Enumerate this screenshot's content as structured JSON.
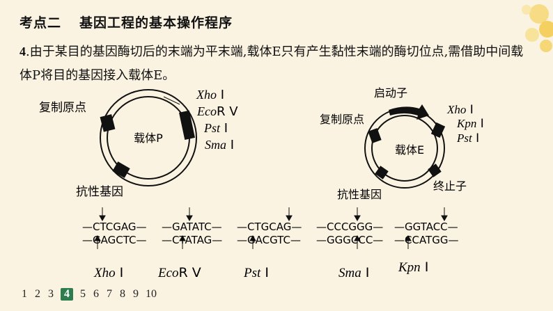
{
  "heading": {
    "part1": "考点二",
    "part2": "基因工程的基本操作程序"
  },
  "question": {
    "number": "4",
    "text": ".由于某目的基因酶切后的末端为平末端,载体E只有产生黏性末端的酶切位点,需借助中间载体P将目的基因接入载体E。"
  },
  "vectorP": {
    "label": "载体P",
    "ori": "复制原点",
    "resistance": "抗性基因",
    "sites": [
      {
        "italic": "Xho",
        "roman": " Ⅰ"
      },
      {
        "italic": "Eco",
        "roman": "R Ⅴ"
      },
      {
        "italic": "Pst",
        "roman": " Ⅰ"
      },
      {
        "italic": "Sma",
        "roman": " Ⅰ"
      }
    ]
  },
  "vectorE": {
    "label": "载体E",
    "promoter": "启动子",
    "ori": "复制原点",
    "resistance": "抗性基因",
    "terminator": "终止子",
    "sites": [
      {
        "italic": "Xho",
        "roman": " Ⅰ"
      },
      {
        "italic": "Kpn",
        "roman": " Ⅰ"
      },
      {
        "italic": "Pst",
        "roman": " Ⅰ"
      }
    ]
  },
  "sequences": [
    {
      "top": "—CTCGAG—",
      "bottom": "—GAGCTC—",
      "italic": "Xho",
      "roman": " Ⅰ"
    },
    {
      "top": "—GATATC—",
      "bottom": "—CTATAG—",
      "italic": "Eco",
      "roman": "R Ⅴ"
    },
    {
      "top": "—CTGCAG—",
      "bottom": "—GACGTC—",
      "italic": "Pst",
      "roman": " Ⅰ"
    },
    {
      "top": "—CCCGGG—",
      "bottom": "—GGGCCC—",
      "italic": "Sma",
      "roman": " Ⅰ"
    },
    {
      "top": "—GGTACC—",
      "bottom": "—CCATGG—",
      "italic": "Kpn",
      "roman": " Ⅰ"
    }
  ],
  "pager": {
    "pages": [
      "1",
      "2",
      "3",
      "4",
      "5",
      "6",
      "7",
      "8",
      "9",
      "10"
    ],
    "current": "4"
  }
}
